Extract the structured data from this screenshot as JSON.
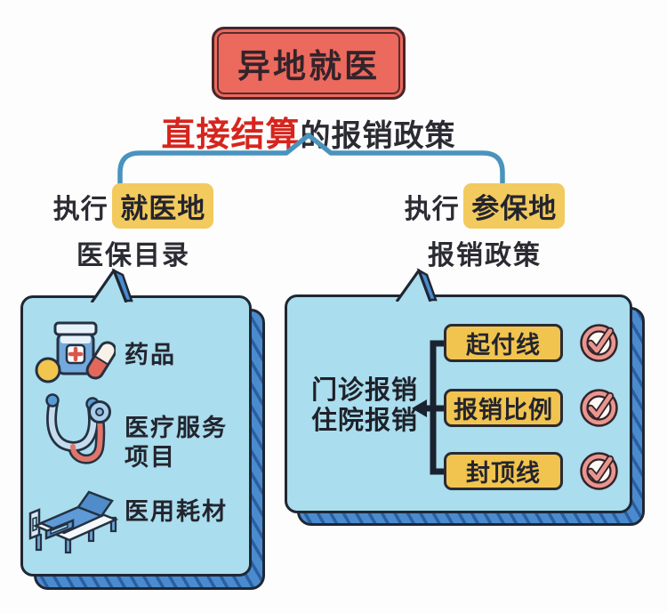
{
  "title_badge": "异地就医",
  "subtitle": {
    "accent": "直接结算",
    "rest": "的报销政策"
  },
  "branches": {
    "left": {
      "prefix": "执行",
      "highlight": "就医地",
      "line2": "医保目录"
    },
    "right": {
      "prefix": "执行",
      "highlight": "参保地",
      "line2": "报销政策"
    }
  },
  "left_card": {
    "items": [
      {
        "icon": "medicine-icon",
        "label": "药品"
      },
      {
        "icon": "stethoscope-icon",
        "label": "医疗服务\n项目"
      },
      {
        "icon": "hospital-bed-icon",
        "label": "医用耗材"
      }
    ]
  },
  "right_card": {
    "label": "门诊报销\n住院报销",
    "items": [
      {
        "label": "起付线",
        "status_icon": "check-icon"
      },
      {
        "label": "报销比例",
        "status_icon": "check-icon"
      },
      {
        "label": "封顶线",
        "status_icon": "check-icon"
      }
    ]
  },
  "colors": {
    "background": "#fdfdfd",
    "badge_fill": "#ec695d",
    "badge_border": "#47262a",
    "accent_red": "#d6251d",
    "text_dark": "#2b2b33",
    "highlight_yellow": "#f2ca5e",
    "option_yellow": "#f1c44f",
    "brace_blue": "#4a93bd",
    "card_fill": "#aadded",
    "card_border": "#1f2733",
    "card_side_fill": "#4a8bd0",
    "card_side_hatch": "#2b5f9e",
    "check_pink": "#e9968e",
    "connector_black": "#1a2230"
  }
}
